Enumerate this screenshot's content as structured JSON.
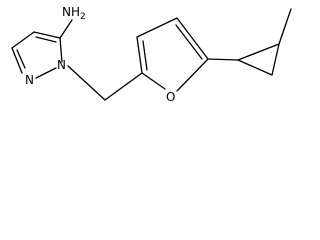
{
  "molecule": {
    "atoms": {
      "amine": "NH",
      "amine_subscript": "2",
      "ring_nitrogen": "N",
      "pyrazole_n1": "N",
      "furan_oxygen": "O"
    },
    "colors": {
      "bond": "#000000",
      "label": "#000000",
      "background": "#ffffff"
    }
  }
}
